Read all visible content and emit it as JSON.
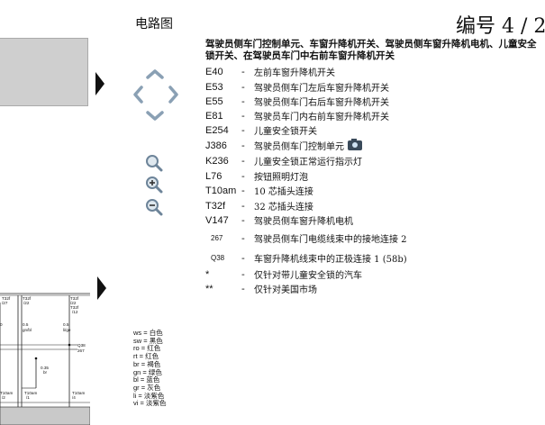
{
  "header": {
    "section": "电路图",
    "number": "编号  4 / 2"
  },
  "title": "驾驶员侧车门控制单元、车窗升降机开关、驾驶员侧车窗升降机电机、儿童安全锁开关、在驾驶员车门中右前车窗升降机开关",
  "nav": {
    "up": "chevron-up-icon",
    "left": "chevron-left-icon",
    "right": "chevron-right-icon",
    "down": "chevron-down-icon",
    "zoom": "zoom-icon",
    "zoom_in": "zoom-in-icon",
    "zoom_out": "zoom-out-icon"
  },
  "legend": [
    {
      "code": "E40",
      "text": "左前车窗升降机开关"
    },
    {
      "code": "E53",
      "text": "驾驶员侧车门左后车窗升降机开关"
    },
    {
      "code": "E55",
      "text": "驾驶员侧车门右后车窗升降机开关"
    },
    {
      "code": "E81",
      "text": "驾驶员车门内右前车窗升降机开关"
    },
    {
      "code": "E254",
      "text": "儿童安全锁开关"
    },
    {
      "code": "J386",
      "text": "驾驶员侧车门控制单元"
    },
    {
      "code": "K236",
      "text": "儿童安全锁正常运行指示灯"
    },
    {
      "code": "L76",
      "text": "按钮照明灯泡"
    },
    {
      "code": "T10am",
      "text": "10 芯插头连接"
    },
    {
      "code": "T32f",
      "text": "32 芯插头连接"
    },
    {
      "code": "V147",
      "text": "驾驶员侧车窗升降机电机"
    },
    {
      "code": "267",
      "text": "驾驶员侧车门电缆线束中的接地连接 2"
    },
    {
      "code": "Q38",
      "text": "车窗升降机线束中的正极连接 1 (58b)"
    },
    {
      "code": "*",
      "text": "仅针对带儿童安全锁的汽车"
    },
    {
      "code": "**",
      "text": "仅针对美国市场"
    }
  ],
  "wire_colors": [
    {
      "abbr": "ws",
      "name": "白色"
    },
    {
      "abbr": "sw",
      "name": "黑色"
    },
    {
      "abbr": "ro",
      "name": "红色"
    },
    {
      "abbr": "rt",
      "name": "红色"
    },
    {
      "abbr": "br",
      "name": "褐色"
    },
    {
      "abbr": "gn",
      "name": "绿色"
    },
    {
      "abbr": "bl",
      "name": "蓝色"
    },
    {
      "abbr": "gr",
      "name": "灰色"
    },
    {
      "abbr": "li",
      "name": "淡紫色"
    },
    {
      "abbr": "vi",
      "name": "淡紫色"
    }
  ],
  "diagram": {
    "labels": {
      "t32f_a": "T32f",
      "t32f_a2": "/27",
      "t32f_b": "T32f",
      "t32f_b2": "/22",
      "t32f_c": "T32f",
      "t32f_c2": "/22",
      "t32f_c3": "T32f",
      "t32f_c4": "/12",
      "w1": "0.5",
      "w1c": "gn/bl",
      "w2": "0.5",
      "w2c": "li/ge",
      "q38": "Q38",
      "g267": "267",
      "w3": "0.35",
      "w3c": "br",
      "t10a": "T10am",
      "t10a2": "/2",
      "t10b": "T10am",
      "t10b2": "/1",
      "t10c": "T10am",
      "t10c2": "/4",
      "small0": "0"
    }
  }
}
